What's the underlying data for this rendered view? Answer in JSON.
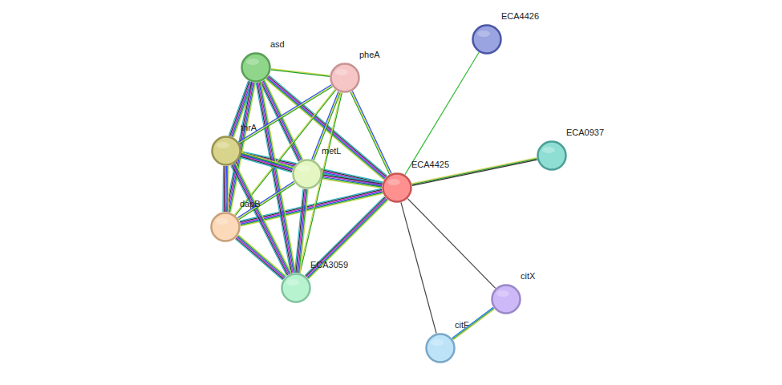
{
  "diagram": {
    "nodes": [
      {
        "text": [
          "asd"
        ]
      },
      {
        "text": [
          "pheA"
        ]
      },
      {
        "text": [
          "ECA4426"
        ]
      },
      {
        "text": [
          "thrA"
        ]
      },
      {
        "text": [
          "metL"
        ]
      },
      {
        "text": [
          "ECA4425"
        ]
      },
      {
        "text": [
          "ECA0937"
        ]
      },
      {
        "text": [
          "dapB"
        ]
      },
      {
        "text": [
          "ECA3059"
        ]
      },
      {
        "text": [
          "citX"
        ]
      },
      {
        "text": [
          "citF"
        ]
      }
    ],
    "edges": [
      {
        "from": 5,
        "to": 0,
        "arrow": "none"
      },
      {
        "from": 5,
        "to": 1,
        "arrow": "none"
      },
      {
        "from": 5,
        "to": 3,
        "arrow": "none"
      },
      {
        "from": 5,
        "to": 4,
        "arrow": "none"
      },
      {
        "from": 5,
        "to": 7,
        "arrow": "none"
      },
      {
        "from": 5,
        "to": 8,
        "arrow": "none"
      },
      {
        "from": 5,
        "to": 2,
        "arrow": "none"
      },
      {
        "from": 5,
        "to": 6,
        "arrow": "none"
      },
      {
        "from": 5,
        "to": 9,
        "arrow": "none"
      },
      {
        "from": 5,
        "to": 10,
        "arrow": "none"
      },
      {
        "from": 0,
        "to": 1,
        "arrow": "none"
      },
      {
        "from": 0,
        "to": 3,
        "arrow": "none"
      },
      {
        "from": 0,
        "to": 4,
        "arrow": "none"
      },
      {
        "from": 0,
        "to": 7,
        "arrow": "none"
      },
      {
        "from": 0,
        "to": 8,
        "arrow": "none"
      },
      {
        "from": 1,
        "to": 3,
        "arrow": "none"
      },
      {
        "from": 1,
        "to": 4,
        "arrow": "none"
      },
      {
        "from": 1,
        "to": 7,
        "arrow": "none"
      },
      {
        "from": 1,
        "to": 8,
        "arrow": "none"
      },
      {
        "from": 3,
        "to": 4,
        "arrow": "none"
      },
      {
        "from": 3,
        "to": 7,
        "arrow": "none"
      },
      {
        "from": 3,
        "to": 8,
        "arrow": "none"
      },
      {
        "from": 4,
        "to": 7,
        "arrow": "none"
      },
      {
        "from": 4,
        "to": 8,
        "arrow": "none"
      },
      {
        "from": 7,
        "to": 8,
        "arrow": "none"
      },
      {
        "from": 9,
        "to": 10,
        "arrow": "none"
      }
    ]
  }
}
